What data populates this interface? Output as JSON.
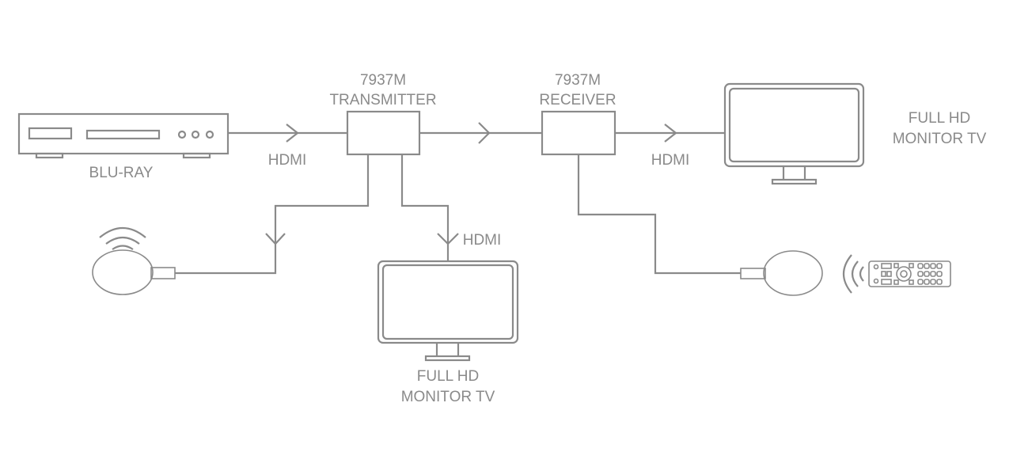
{
  "diagram": {
    "colors": {
      "line": "#8a8a8a",
      "background": "#ffffff"
    },
    "devices": {
      "bluray": {
        "label": "BLU-RAY",
        "icon": "bluray-player-icon"
      },
      "transmitter": {
        "model": "7937M",
        "label": "TRANSMITTER",
        "icon": "transmitter-box-icon"
      },
      "receiver": {
        "model": "7937M",
        "label": "RECEIVER",
        "icon": "receiver-box-icon"
      },
      "tv_right": {
        "line1": "FULL HD",
        "line2": "MONITOR TV",
        "icon": "tv-monitor-icon"
      },
      "tv_bottom": {
        "line1": "FULL HD",
        "line2": "MONITOR TV",
        "icon": "tv-monitor-icon"
      },
      "ir_emitter": {
        "icon": "ir-emitter-icon"
      },
      "ir_receiver": {
        "icon": "ir-receiver-icon"
      },
      "remote": {
        "icon": "remote-control-icon"
      }
    },
    "connections": {
      "bluray_to_tx": "HDMI",
      "rx_to_tv": "HDMI",
      "tx_to_local_tv": "HDMI"
    }
  }
}
